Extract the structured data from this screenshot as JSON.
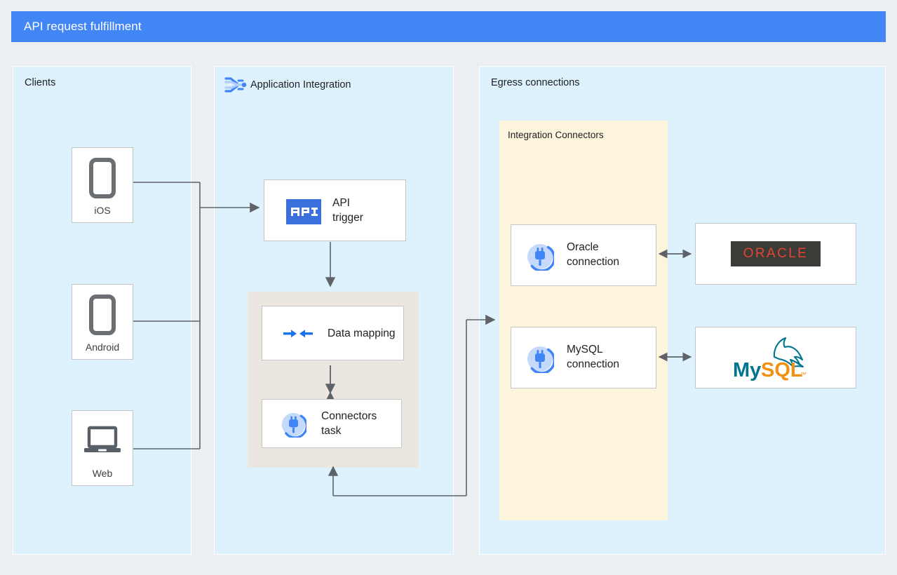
{
  "header": {
    "title": "API request fulfillment",
    "bar_color": "#4285f4"
  },
  "panels": {
    "clients": {
      "title": "Clients",
      "bg": "#ddf2fd"
    },
    "application_integration": {
      "title": "Application Integration",
      "icon": "application-integration-icon",
      "bg": "#ddf2fd"
    },
    "egress": {
      "title": "Egress connections",
      "bg": "#ddf2fd"
    },
    "integration_connectors": {
      "title": "Integration Connectors",
      "bg": "#fdf4dc"
    }
  },
  "clients": [
    {
      "label": "iOS",
      "icon": "phone-icon"
    },
    {
      "label": "Android",
      "icon": "phone-icon"
    },
    {
      "label": "Web",
      "icon": "laptop-icon"
    }
  ],
  "integration_nodes": {
    "api_trigger": {
      "label": "API\ntrigger",
      "icon": "api-trigger-icon",
      "icon_text": "API",
      "icon_color": "#3b6fdc"
    },
    "data_mapping": {
      "label": "Data mapping",
      "icon": "data-mapping-icon",
      "icon_color": "#1a73e8"
    },
    "connectors_task": {
      "label": "Connectors\ntask",
      "icon": "connector-plug-icon",
      "icon_color": "#4285f4"
    }
  },
  "connections": [
    {
      "label": "Oracle\nconnection",
      "icon": "connector-plug-icon"
    },
    {
      "label": "MySQL\nconnection",
      "icon": "connector-plug-icon"
    }
  ],
  "backends": [
    {
      "name": "oracle-logo",
      "text": "ORACLE",
      "text_color": "#e14431",
      "box_color": "#3b3c38"
    },
    {
      "name": "mysql-logo",
      "text_my": "My",
      "text_sql": "SQL",
      "text_tm": "™",
      "my_color": "#00758f",
      "sql_color": "#f29111"
    }
  ]
}
